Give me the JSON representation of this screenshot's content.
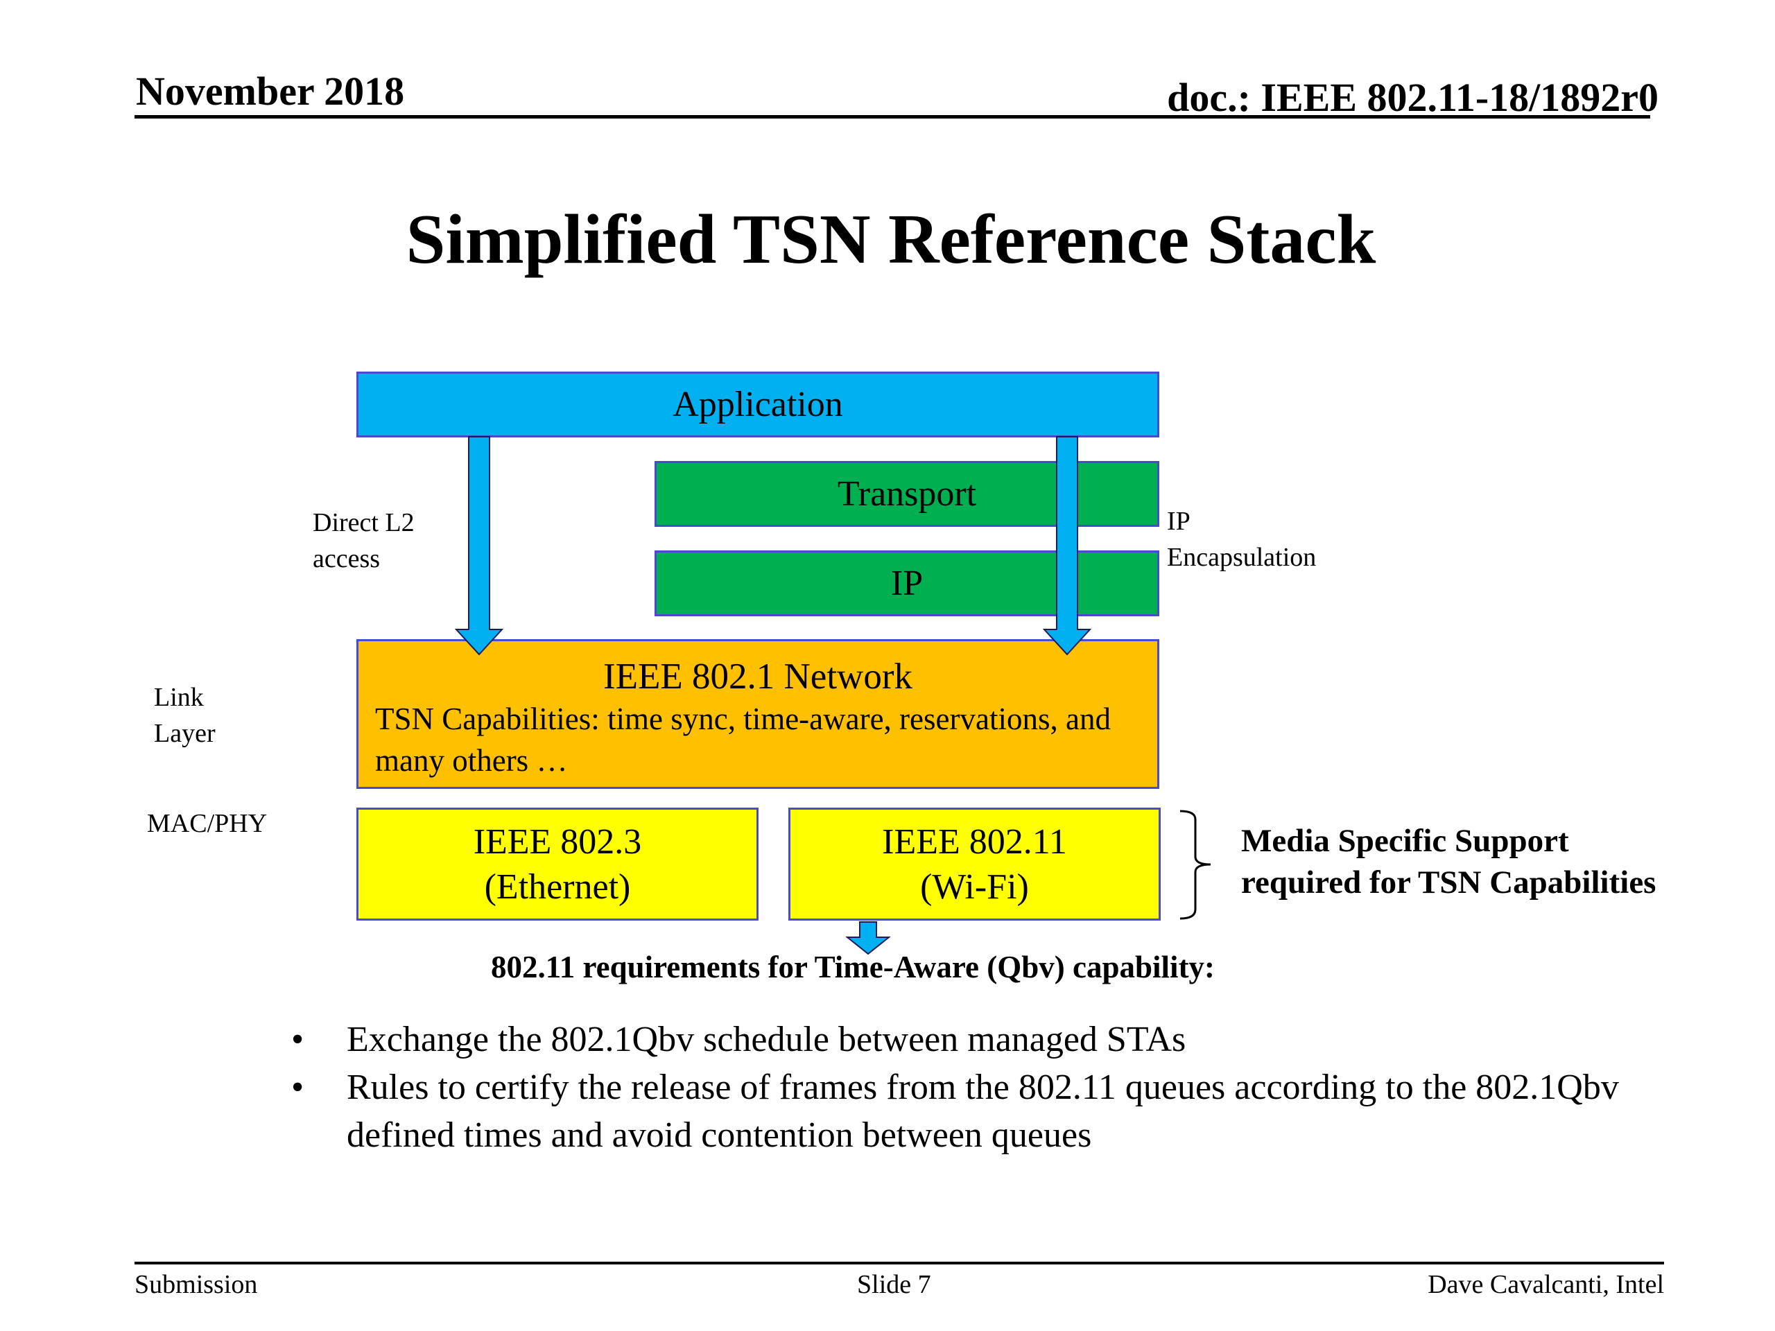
{
  "header": {
    "date": "November 2018",
    "doc_id": "doc.: IEEE 802.11-18/1892r0"
  },
  "title": "Simplified TSN Reference Stack",
  "diagram": {
    "layers": {
      "application": "Application",
      "transport": "Transport",
      "ip": "IP",
      "network_title": "IEEE 802.1 Network",
      "network_desc": "TSN Capabilities: time sync, time-aware, reservations, and many others …",
      "ethernet_line1": "IEEE 802.3",
      "ethernet_line2": "(Ethernet)",
      "wifi_line1": "IEEE 802.11",
      "wifi_line2": "(Wi-Fi)"
    },
    "side_labels": {
      "direct_l2_line1": "Direct L2",
      "direct_l2_line2": "access",
      "ip_encap_line1": "IP",
      "ip_encap_line2": "Encapsulation",
      "link_layer_line1": "Link",
      "link_layer_line2": "Layer",
      "mac_phy": "MAC/PHY"
    },
    "media_note_line1": "Media Specific Support",
    "media_note_line2": "required for TSN Capabilities",
    "colors": {
      "application": "#00b0f0",
      "green": "#00b050",
      "orange": "#ffc000",
      "yellow": "#ffff00",
      "arrow": "#00b0f0"
    }
  },
  "requirements": {
    "heading": "802.11 requirements for Time-Aware (Qbv) capability:",
    "bullet_glyph": "•",
    "items": [
      "Exchange the 802.1Qbv schedule between managed STAs",
      "Rules to certify the release of frames from the 802.11 queues according to the 802.1Qbv defined times and avoid contention between queues"
    ]
  },
  "footer": {
    "left": "Submission",
    "center": "Slide 7",
    "right": "Dave Cavalcanti, Intel"
  }
}
